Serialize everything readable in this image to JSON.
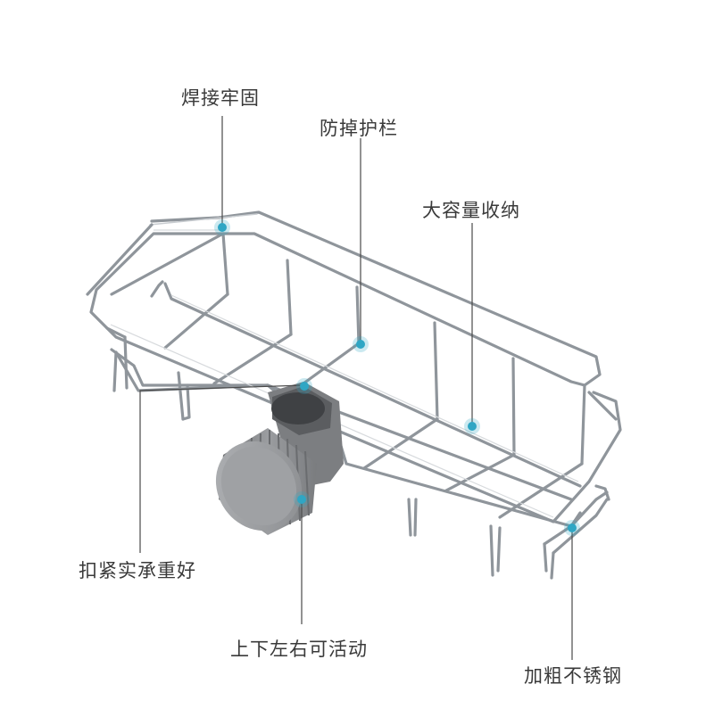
{
  "labels": {
    "welding": "焊接牢固",
    "guardrail": "防掉护栏",
    "capacity": "大容量收纳",
    "clamp": "扣紧实承重好",
    "adjustable": "上下左右可活动",
    "steel": "加粗不锈钢"
  },
  "colors": {
    "callout_dot": "#2fa6c4",
    "callout_line": "#4a4a4a",
    "wire": "#9aa0a6",
    "knob": "#8d8f92"
  }
}
